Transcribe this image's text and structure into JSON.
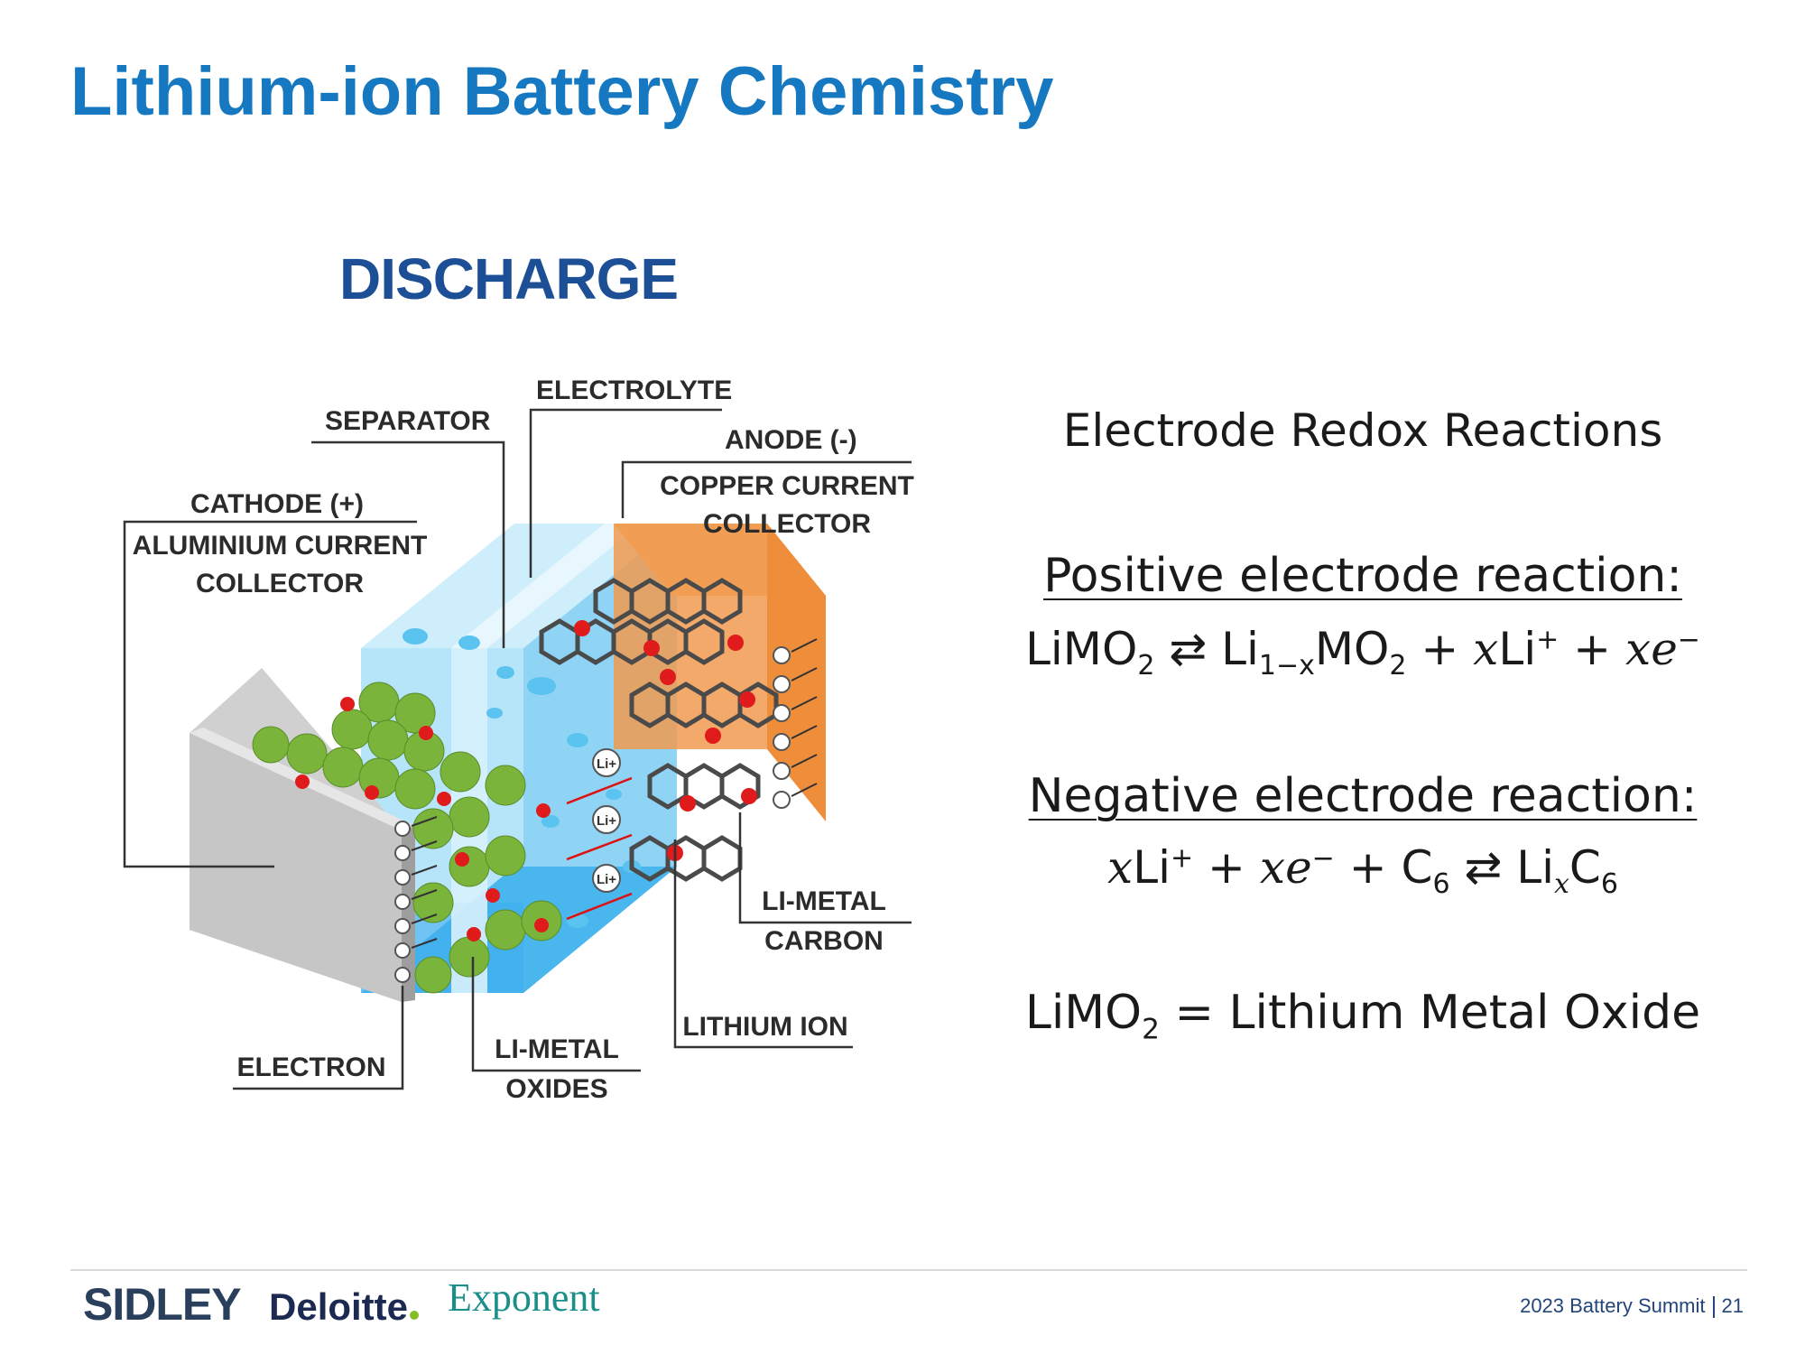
{
  "slide": {
    "title": "Lithium-ion Battery Chemistry"
  },
  "diagram": {
    "heading": "DISCHARGE",
    "labels": {
      "separator": "SEPARATOR",
      "electrolyte": "ELECTROLYTE",
      "anode": "ANODE (-)",
      "copper_line1": "COPPER CURRENT",
      "copper_line2": "COLLECTOR",
      "cathode": "CATHODE (+)",
      "aluminium_line1": "ALUMINIUM CURRENT",
      "aluminium_line2": "COLLECTOR",
      "li_metal_carbon_line1": "LI-METAL",
      "li_metal_carbon_line2": "CARBON",
      "lithium_ion": "LITHIUM ION",
      "electron": "ELECTRON",
      "li_metal_oxides_line1": "LI-METAL",
      "li_metal_oxides_line2": "OXIDES"
    },
    "ion_label": "Li+",
    "colors": {
      "cathode_plate": "#c8c8c8",
      "electrolyte": "#a8dcf5",
      "anode_plate": "#ef9a4d",
      "cathode_particles": "#7bb43b",
      "lithium_ions": "#e01b1b",
      "graphite": "#4a4a4a"
    }
  },
  "reactions": {
    "heading": "Electrode Redox Reactions",
    "positive_heading": "Positive electrode reaction:",
    "positive_equation": {
      "lhs_base": "LiMO",
      "lhs_sub": "2",
      "arrow": "⇄",
      "p1_base": "Li",
      "p1_sub": "1−x",
      "p2_base": "MO",
      "p2_sub": "2",
      "plus": "+",
      "coef": "x",
      "ion_base": "Li",
      "ion_sup": "+",
      "e_coef": "x",
      "e": "e",
      "e_sup": "−"
    },
    "negative_heading": "Negative electrode reaction:",
    "negative_equation": {
      "coef": "x",
      "ion_base": "Li",
      "ion_sup": "+",
      "plus": "+",
      "e_coef": "x",
      "e": "e",
      "e_sup": "−",
      "c_base": "C",
      "c_sub": "6",
      "arrow": "⇄",
      "p_base": "Li",
      "p_sub": "x",
      "p_c": "C",
      "p_c_sub": "6"
    },
    "definition": {
      "base": "LiMO",
      "sub": "2",
      "rest": "= Lithium Metal Oxide"
    }
  },
  "footer": {
    "logo_sidley": "SIDLEY",
    "logo_deloitte": "Deloitte",
    "logo_exponent": "Exponent",
    "event": "2023 Battery Summit",
    "page_number": "21"
  }
}
